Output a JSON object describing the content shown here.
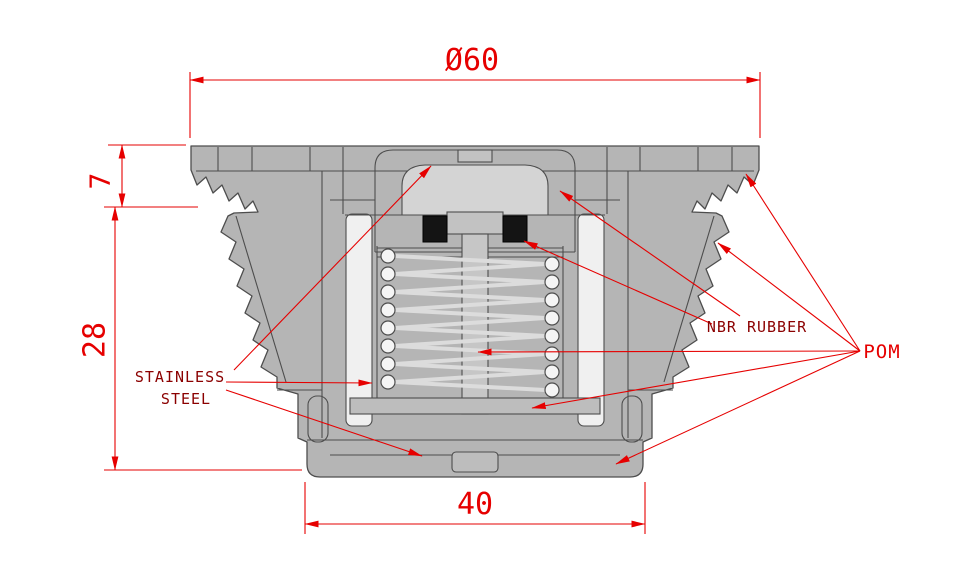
{
  "drawing": {
    "dimensions": {
      "diameter_top": "Ø60",
      "flange_height": "7",
      "overall_height": "28",
      "bottom_width": "40"
    },
    "material_labels": {
      "stainless_line1": "STAINLESS",
      "stainless_line2": "STEEL",
      "nbr_rubber": "NBR RUBBER",
      "pom": "POM"
    },
    "colors": {
      "dimension_red": "#e60000",
      "material_label_dark_red": "#8b0000",
      "body_gray": "#b5b5b5",
      "edge_gray": "#4d4d4d",
      "seal_black": "#141414",
      "background": "#ffffff"
    }
  }
}
